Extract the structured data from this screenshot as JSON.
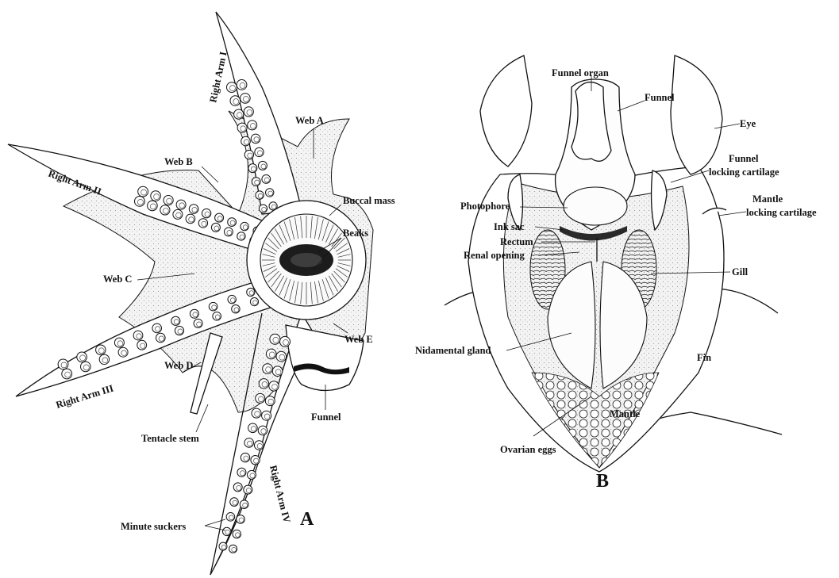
{
  "panel_a": {
    "letter": "A",
    "labels": {
      "right_arm_1": "Right Arm I",
      "right_arm_2": "Right Arm II",
      "right_arm_3": "Right Arm III",
      "right_arm_4": "Right Arm IV",
      "web_a": "Web A",
      "web_b": "Web B",
      "web_c": "Web C",
      "web_d": "Web D",
      "web_e": "Web E",
      "buccal_mass": "Buccal mass",
      "beaks": "Beaks",
      "funnel": "Funnel",
      "tentacle_stem": "Tentacle stem",
      "minute_suckers": "Minute suckers"
    }
  },
  "panel_b": {
    "letter": "B",
    "labels": {
      "funnel_organ": "Funnel organ",
      "funnel": "Funnel",
      "eye": "Eye",
      "funnel_locking_1": "Funnel",
      "funnel_locking_2": "locking cartilage",
      "mantle_locking_1": "Mantle",
      "mantle_locking_2": "locking cartilage",
      "photophore": "Photophore",
      "ink_sac": "Ink  sac",
      "rectum": "Rectum",
      "renal_opening": "Renal  opening",
      "gill": "Gill",
      "nidamental_gland": "Nidamental gland",
      "fin": "Fin",
      "mantle": "Mantle",
      "ovarian_eggs": "Ovarian eggs"
    }
  }
}
